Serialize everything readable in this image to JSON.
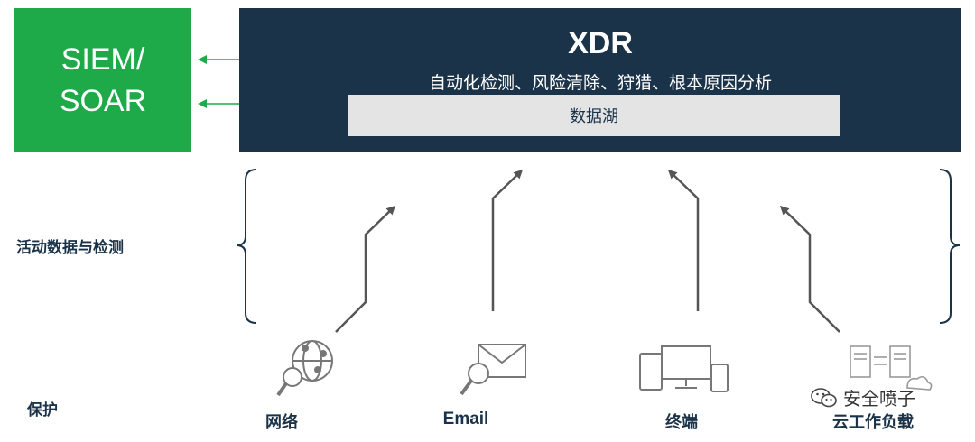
{
  "siem": {
    "line1": "SIEM/",
    "line2": "SOAR"
  },
  "xdr": {
    "title": "XDR",
    "subtitle": "自动化检测、风险清除、狩猎、根本原因分析",
    "data_lake": "数据湖"
  },
  "left_labels": {
    "activity": "活动数据与检测",
    "protection": "保护"
  },
  "sources": [
    {
      "label": "网络",
      "icon": "network-globe-search-icon"
    },
    {
      "label": "Email",
      "icon": "envelope-search-icon"
    },
    {
      "label": "终端",
      "icon": "devices-icon"
    },
    {
      "label": "云工作负载",
      "icon": "cloud-server-icon"
    }
  ],
  "watermark": {
    "text": "安全喷子",
    "icon": "wechat-icon"
  },
  "colors": {
    "navy": "#1b3349",
    "green": "#1faa4a",
    "arrow": "#555555",
    "lake": "#e4e4e4"
  }
}
